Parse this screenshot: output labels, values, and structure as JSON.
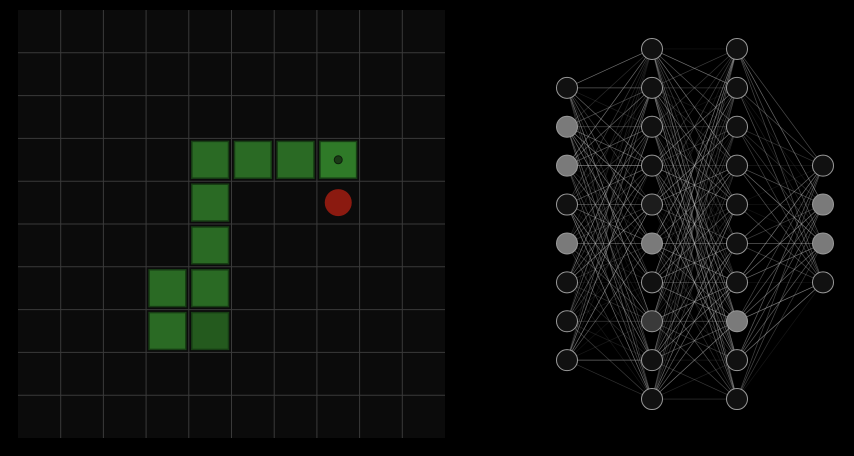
{
  "game": {
    "grid": {
      "cols": 10,
      "rows": 10
    },
    "snake": {
      "head": [
        7,
        3
      ],
      "body": [
        [
          6,
          3
        ],
        [
          5,
          3
        ],
        [
          4,
          3
        ],
        [
          4,
          4
        ],
        [
          4,
          5
        ],
        [
          4,
          6
        ],
        [
          3,
          6
        ],
        [
          3,
          7
        ],
        [
          4,
          7
        ]
      ]
    },
    "food": [
      7,
      4
    ],
    "colors": {
      "board": "#0b0b0b",
      "grid_line": "#3a3a3a",
      "snake": "#2a6a24",
      "snake_tail": "#245a1e",
      "snake_border": "#173d14",
      "head": "#2f7a28",
      "eye": "#1a3a16",
      "food": "#8b1a10"
    }
  },
  "network": {
    "layers": [
      [
        "#111111",
        "#7a7a7a",
        "#7a7a7a",
        "#111111",
        "#7a7a7a",
        "#111111",
        "#111111",
        "#111111"
      ],
      [
        "#111111",
        "#111111",
        "#111111",
        "#111111",
        "#1c1c1c",
        "#7a7a7a",
        "#111111",
        "#3a3a3a",
        "#111111",
        "#111111"
      ],
      [
        "#111111",
        "#111111",
        "#111111",
        "#111111",
        "#111111",
        "#111111",
        "#111111",
        "#7a7a7a",
        "#111111",
        "#111111"
      ],
      [
        "#111111",
        "#7a7a7a",
        "#7a7a7a",
        "#111111"
      ]
    ],
    "colors": {
      "node_stroke": "#9a9a9a",
      "edge": "#bbbbbb"
    }
  }
}
